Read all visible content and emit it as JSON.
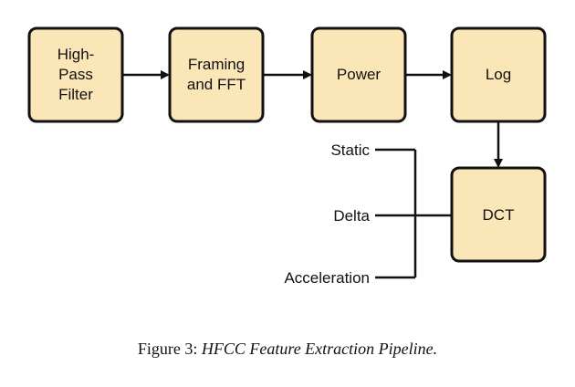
{
  "diagram": {
    "blocks": {
      "highpass": {
        "lines": [
          "High-",
          "Pass",
          "Filter"
        ]
      },
      "framing": {
        "lines": [
          "Framing",
          "and FFT"
        ]
      },
      "power": {
        "lines": [
          "Power"
        ]
      },
      "log": {
        "lines": [
          "Log"
        ]
      },
      "dct": {
        "lines": [
          "DCT"
        ]
      }
    },
    "outputs": {
      "static": "Static",
      "delta": "Delta",
      "acceleration": "Acceleration"
    },
    "colors": {
      "block_fill": "#FBE6B7",
      "stroke": "#111111"
    }
  },
  "caption": {
    "prefix": "Figure 3: ",
    "text": "HFCC Feature Extraction Pipeline."
  }
}
